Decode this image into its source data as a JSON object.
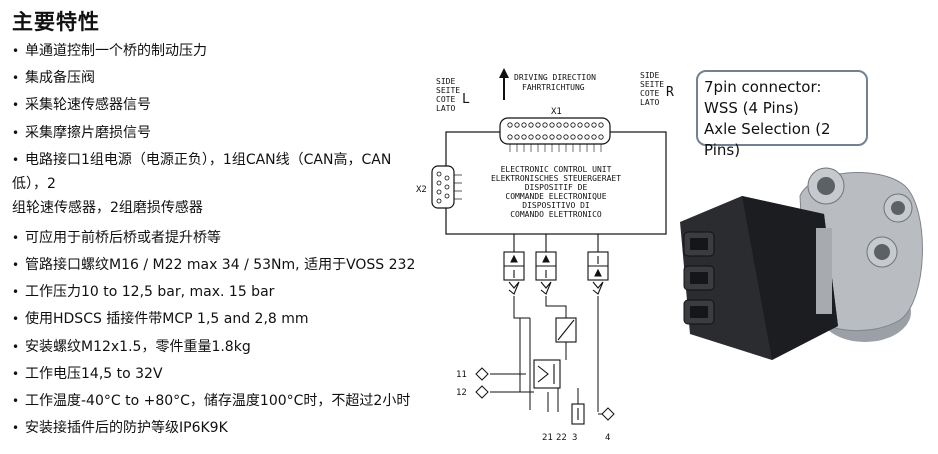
{
  "title": "主要特性",
  "features": [
    "单通道控制一个桥的制动压力",
    "集成备压阀",
    "采集轮速传感器信号",
    "采集摩擦片磨损信号",
    "电路接口1组电源（电源正负），1组CAN线（CAN高，CAN",
    "低），2",
    "组轮速传感器，2组磨损传感器",
    "可应用于前桥后桥或者提升桥等",
    "管路接口螺纹M16 / M22 max 34 / 53Nm, 适用于VOSS 232",
    "工作压力10 to 12,5 bar, max. 15 bar",
    "使用HDSCS 插接件带MCP 1,5 and 2,8 mm",
    "安装螺纹M12x1.5，零件重量1.8kg",
    "工作电压14,5 to 32V",
    "工作温度-40°C to +80°C，储存温度100°C时，不超过2小时",
    "安装接插件后的防护等级IP6K9K"
  ],
  "diagram": {
    "side_left": [
      "SIDE",
      "SEITE",
      "COTE",
      "LATO"
    ],
    "side_left_letter": "L",
    "side_right": [
      "SIDE",
      "SEITE",
      "COTE",
      "LATO"
    ],
    "side_right_letter": "R",
    "direction": [
      "DRIVING DIRECTION",
      "FAHRTRICHTUNG"
    ],
    "x1": "X1",
    "x2": "X2",
    "ecu_text": [
      "ELECTRONIC CONTROL UNIT",
      "ELEKTRONISCHES STEUERGERAET",
      "DISPOSITIF DE",
      "COMMANDE ELECTRONIQUE",
      "DISPOSITIVO DI",
      "COMANDO ELETTRONICO"
    ],
    "port_11": "11",
    "port_12": "12",
    "port_21": "21",
    "port_22": "22",
    "port_3": "3",
    "port_4": "4"
  },
  "callout": {
    "line1": "7pin connector:",
    "line2": "WSS (4 Pins)",
    "line3": "Axle Selection (2 Pins)"
  },
  "colors": {
    "callout_border": "#6f8296",
    "housing": "#2a2c2f",
    "metal": "#b9bcc0"
  }
}
